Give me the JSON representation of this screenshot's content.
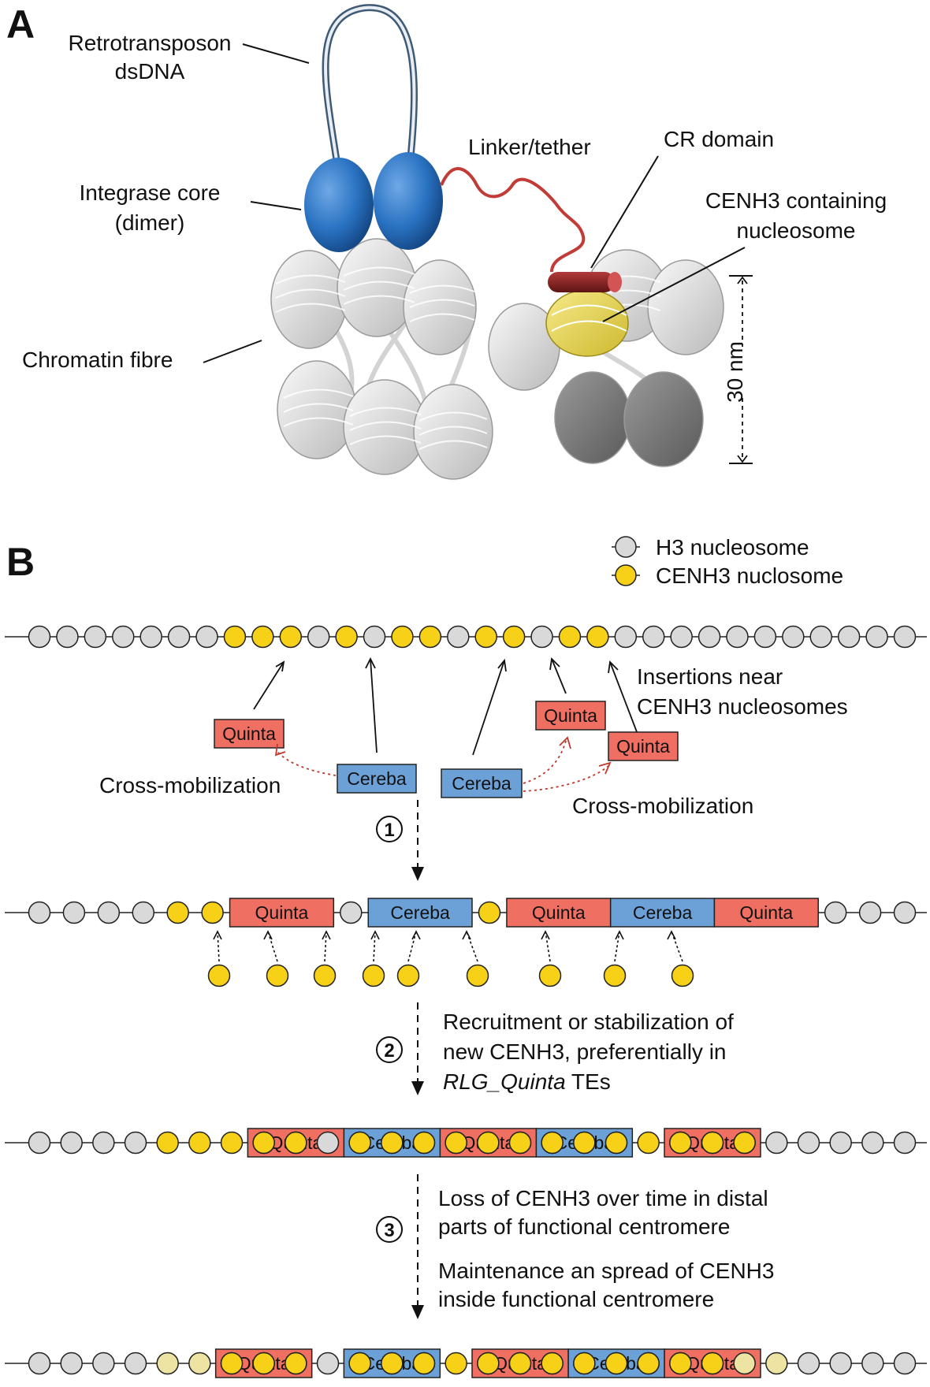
{
  "panels": {
    "a": "A",
    "b": "B"
  },
  "panel_a": {
    "retro_label": [
      "Retrotransposon",
      "dsDNA"
    ],
    "integrase_label": [
      "Integrase core",
      "(dimer)"
    ],
    "chromatin_label": "Chromatin fibre",
    "linker_label": "Linker/tether",
    "cr_label": "CR domain",
    "cenh3_label": [
      "CENH3  containing",
      "nucleosome"
    ],
    "scale_label": "30 nm"
  },
  "legend": {
    "h3": "H3 nucleosome",
    "cenh3": "CENH3 nuclosome"
  },
  "element_names": {
    "quinta": "Quinta",
    "cereba": "Cereba"
  },
  "annotations": {
    "insertions": [
      "Insertions near",
      "CENH3 nucleosomes"
    ],
    "cross_mob": "Cross-mobilization"
  },
  "steps": [
    {
      "num": "1"
    },
    {
      "num": "2",
      "text": [
        "Recruitment or stabilization of",
        "new CENH3, preferentially in"
      ],
      "italic": "RLG_Quinta",
      "suffix": " TEs"
    },
    {
      "num": "3",
      "text": [
        "Loss of CENH3 over time in distal",
        "parts of functional centromere"
      ],
      "text2": [
        "Maintenance an spread of CENH3",
        "inside functional centromere"
      ]
    }
  ],
  "colors": {
    "h3": "#d9d9d9",
    "cenh3": "#f7d117",
    "faded": "#ede3a2",
    "quinta": "#ef6f62",
    "cereba": "#6ca1d8",
    "integrase": "#1f66b3",
    "linker": "#c23b37",
    "cr": "#8e2022"
  },
  "rows": [
    {
      "pattern": "HHHHHHHCCCHCHCCHCCHCCHHHHHHHHHHH",
      "boxes": []
    },
    {
      "pattern": "HHHHCCCHHHCCCCCCCCCCCCHHHH",
      "boxes": [
        [
          "quinta",
          6,
          8
        ],
        [
          "cereba",
          10,
          12
        ],
        [
          "quinta",
          14,
          16
        ],
        [
          "cereba",
          17,
          19
        ],
        [
          "quinta",
          20,
          22
        ]
      ]
    },
    {
      "pattern": "HHHHCCCCCHCCCCCCCCCCCCCHHHHH",
      "boxes": [
        [
          "quinta",
          7,
          9
        ],
        [
          "cereba",
          10,
          12
        ],
        [
          "quinta",
          13,
          15
        ],
        [
          "cereba",
          16,
          18
        ],
        [
          "quinta",
          20,
          22
        ]
      ]
    },
    {
      "pattern": "HHHHFFCCCHCCCCCCCCCCCCFFHHHH",
      "boxes": [
        [
          "quinta",
          6,
          8
        ],
        [
          "cereba",
          10,
          12
        ],
        [
          "quinta",
          14,
          16
        ],
        [
          "cereba",
          17,
          19
        ],
        [
          "quinta",
          20,
          22
        ]
      ]
    }
  ]
}
